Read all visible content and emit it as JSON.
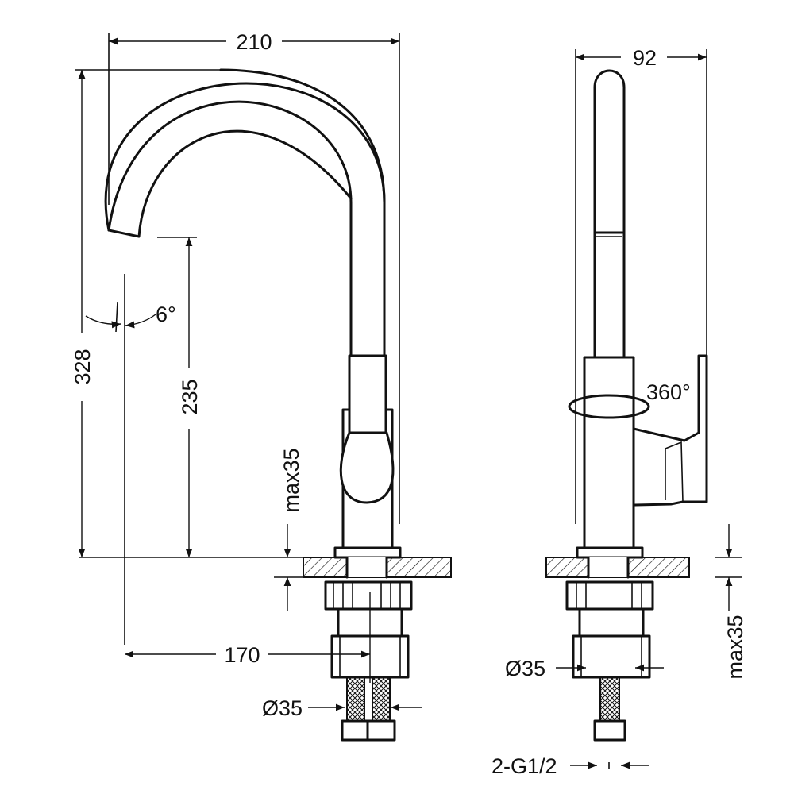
{
  "front_view": {
    "overall_width": "210",
    "overall_height": "328",
    "spout_height": "235",
    "spout_reach": "170",
    "spout_tilt": "6°",
    "deck_thickness": "max35",
    "hole_diameter": "Ø35"
  },
  "side_view": {
    "overall_depth": "92",
    "rotation": "360°",
    "hole_diameter": "Ø35",
    "deck_thickness": "max35",
    "connection": "2-G1/2"
  }
}
